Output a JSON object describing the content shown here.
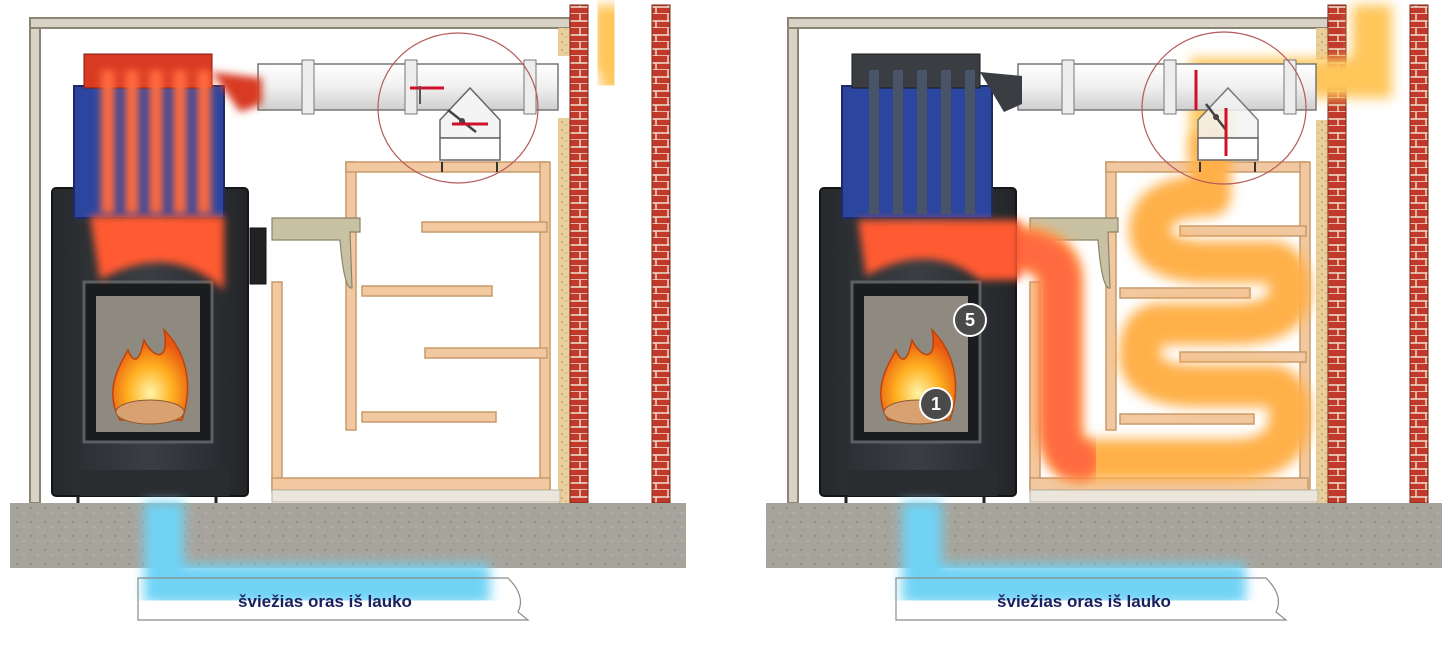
{
  "panels": [
    {
      "id": "left",
      "caption": "šviežias oras iš lauko"
    },
    {
      "id": "right",
      "caption": "šviežias oras iš lauko",
      "markers": [
        "5",
        "1"
      ]
    }
  ],
  "colors": {
    "brick": "#c0392b",
    "wall_frame": "#8a8474",
    "hot_air": "#ff5a30",
    "warm_air": "#ffc65a",
    "fresh_air": "#6fd3f5",
    "floor": "#a7a49c",
    "stove_body": "#2f3236",
    "heat_exchanger": "#2c46a0",
    "shelf_frame": "#f2c8a0",
    "badge": "#4a4a4a"
  },
  "icons": [
    "flame-icon",
    "damper-valve-icon"
  ]
}
